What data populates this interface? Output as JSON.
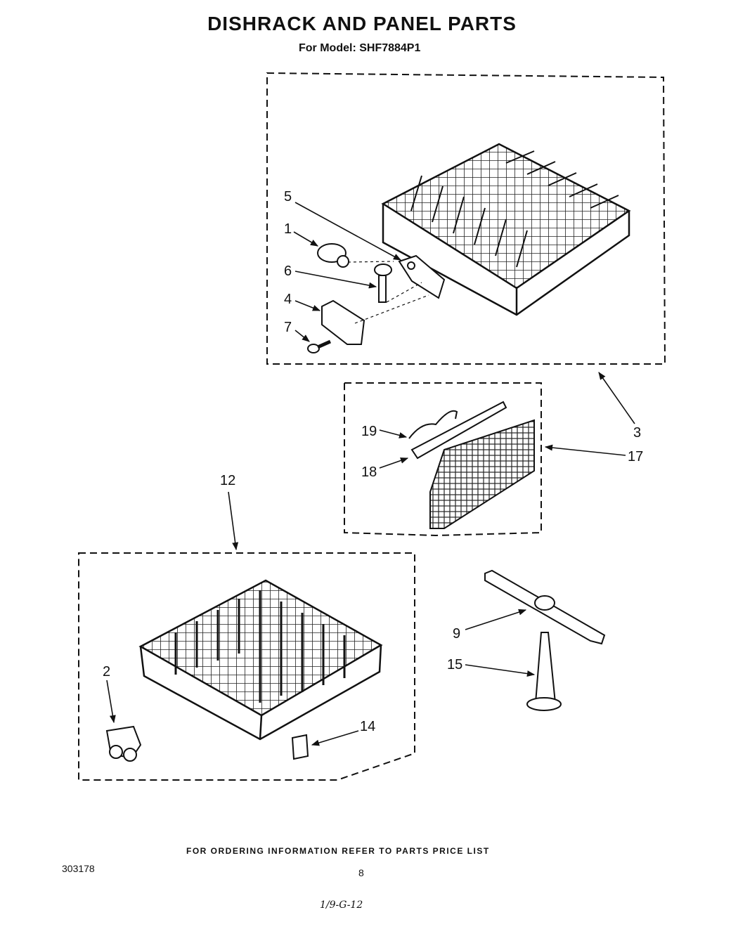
{
  "header": {
    "title": "DISHRACK AND PANEL PARTS",
    "model_line": "For Model: SHF7884P1"
  },
  "callouts": {
    "c1": "1",
    "c2": "2",
    "c3": "3",
    "c4": "4",
    "c5": "5",
    "c6": "6",
    "c7": "7",
    "c9": "9",
    "c12": "12",
    "c14": "14",
    "c15": "15",
    "c17": "17",
    "c18": "18",
    "c19": "19"
  },
  "footer": {
    "ordering_note": "FOR ORDERING INFORMATION REFER TO PARTS PRICE LIST",
    "doc_code": "303178",
    "page_number": "8",
    "handwritten": "1/9-G-12"
  }
}
